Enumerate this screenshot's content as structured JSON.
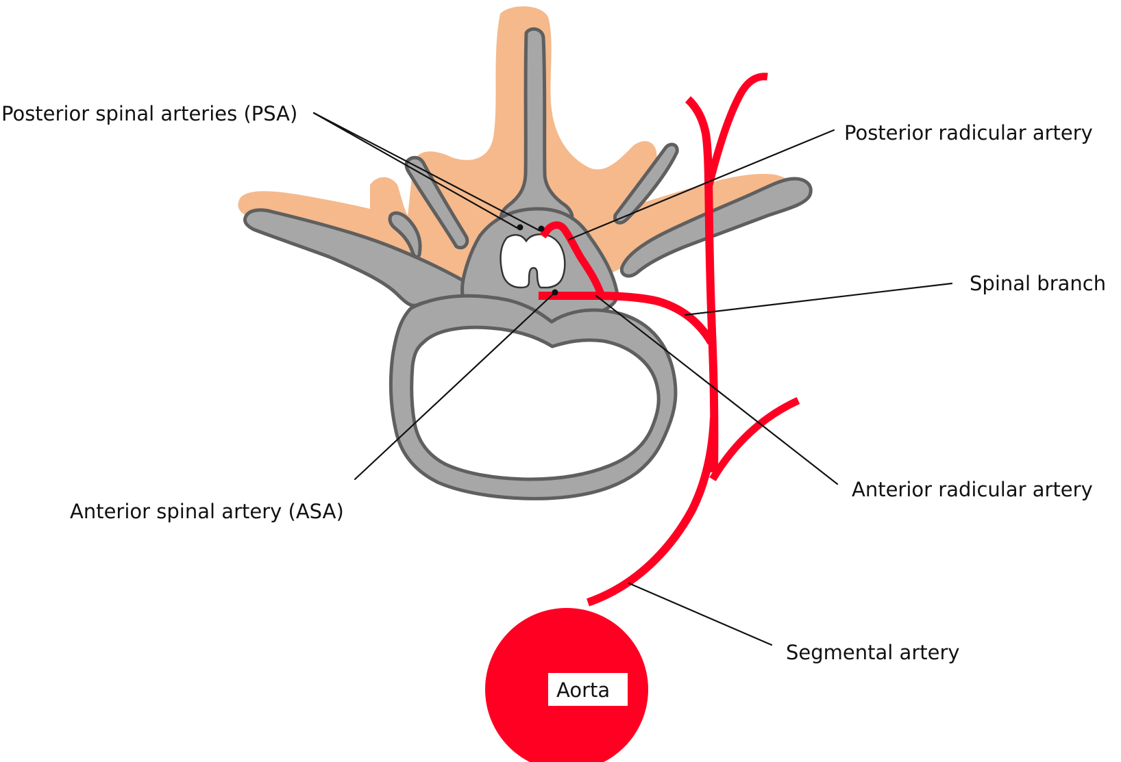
{
  "diagram": {
    "title": "Spinal cord arterial supply at vertebral level",
    "colors": {
      "soft_tissue": "#f5b98c",
      "bone": "#a7a7a7",
      "bone_outline": "#5f5f5f",
      "artery": "#ff0022",
      "label_text": "#111111",
      "background": "#ffffff"
    },
    "labels": {
      "psa": "Posterior spinal arteries (PSA)",
      "posterior_radicular": "Posterior radicular artery",
      "spinal_branch": "Spinal branch",
      "anterior_radicular": "Anterior radicular artery",
      "asa": "Anterior spinal artery (ASA)",
      "segmental": "Segmental artery",
      "aorta": "Aorta"
    },
    "structures": [
      {
        "name": "vertebra",
        "kind": "bone"
      },
      {
        "name": "spinal-cord",
        "kind": "neural"
      },
      {
        "name": "aorta",
        "kind": "vessel"
      },
      {
        "name": "segmental-artery",
        "kind": "vessel"
      },
      {
        "name": "spinal-branch",
        "kind": "vessel"
      },
      {
        "name": "anterior-radicular-artery",
        "kind": "vessel"
      },
      {
        "name": "posterior-radicular-artery",
        "kind": "vessel"
      },
      {
        "name": "anterior-spinal-artery",
        "kind": "vessel"
      },
      {
        "name": "posterior-spinal-arteries",
        "kind": "vessel"
      }
    ]
  }
}
